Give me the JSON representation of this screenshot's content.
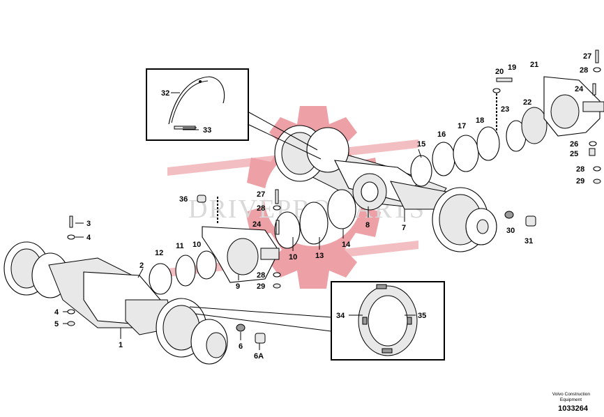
{
  "watermark": {
    "text": "DRIVEPRO PARTS",
    "color": "#e05560"
  },
  "footer": {
    "line1": "Volvo Construction",
    "line2": "Equipment",
    "code": "1033264"
  },
  "callouts": [
    {
      "id": "c1",
      "label": "1"
    },
    {
      "id": "c2",
      "label": "2"
    },
    {
      "id": "c3",
      "label": "3"
    },
    {
      "id": "c4a",
      "label": "4"
    },
    {
      "id": "c4b",
      "label": "4"
    },
    {
      "id": "c5",
      "label": "5"
    },
    {
      "id": "c6",
      "label": "6"
    },
    {
      "id": "c6a",
      "label": "6A"
    },
    {
      "id": "c7",
      "label": "7"
    },
    {
      "id": "c8",
      "label": "8"
    },
    {
      "id": "c9",
      "label": "9"
    },
    {
      "id": "c10a",
      "label": "10"
    },
    {
      "id": "c10b",
      "label": "10"
    },
    {
      "id": "c11",
      "label": "11"
    },
    {
      "id": "c12",
      "label": "12"
    },
    {
      "id": "c13",
      "label": "13"
    },
    {
      "id": "c14",
      "label": "14"
    },
    {
      "id": "c15",
      "label": "15"
    },
    {
      "id": "c16",
      "label": "16"
    },
    {
      "id": "c17",
      "label": "17"
    },
    {
      "id": "c18",
      "label": "18"
    },
    {
      "id": "c19",
      "label": "19"
    },
    {
      "id": "c20",
      "label": "20"
    },
    {
      "id": "c21",
      "label": "21"
    },
    {
      "id": "c22",
      "label": "22"
    },
    {
      "id": "c23",
      "label": "23"
    },
    {
      "id": "c24a",
      "label": "24"
    },
    {
      "id": "c24b",
      "label": "24"
    },
    {
      "id": "c25",
      "label": "25"
    },
    {
      "id": "c26",
      "label": "26"
    },
    {
      "id": "c27a",
      "label": "27"
    },
    {
      "id": "c27b",
      "label": "27"
    },
    {
      "id": "c28a",
      "label": "28"
    },
    {
      "id": "c28b",
      "label": "28"
    },
    {
      "id": "c28c",
      "label": "28"
    },
    {
      "id": "c28d",
      "label": "28"
    },
    {
      "id": "c29a",
      "label": "29"
    },
    {
      "id": "c29b",
      "label": "29"
    },
    {
      "id": "c30",
      "label": "30"
    },
    {
      "id": "c31",
      "label": "31"
    },
    {
      "id": "c32",
      "label": "32"
    },
    {
      "id": "c33",
      "label": "33"
    },
    {
      "id": "c34",
      "label": "34"
    },
    {
      "id": "c35",
      "label": "35"
    },
    {
      "id": "c36",
      "label": "36"
    }
  ]
}
